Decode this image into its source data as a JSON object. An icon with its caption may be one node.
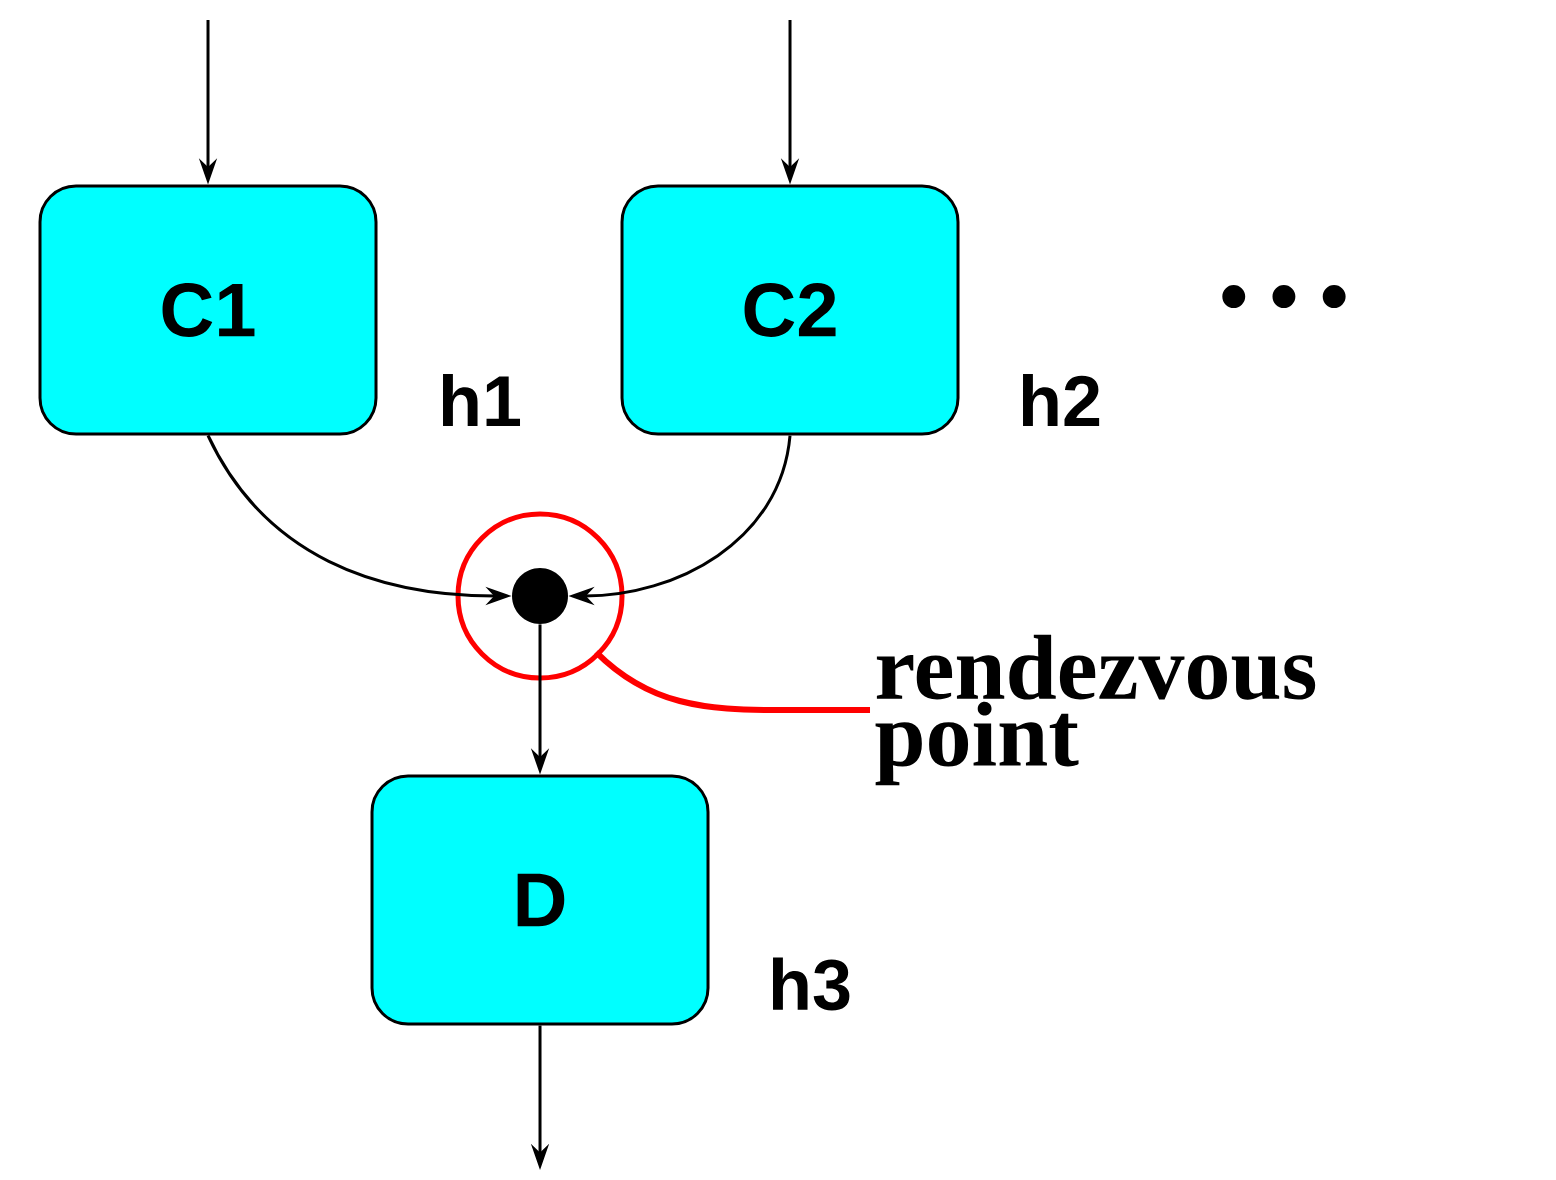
{
  "diagram": {
    "nodes": [
      {
        "text": [
          "C1"
        ],
        "beside": [
          "h1"
        ]
      },
      {
        "text": [
          "C2"
        ],
        "beside": [
          "h2"
        ]
      },
      {
        "text": [
          "D"
        ],
        "beside": [
          "h3"
        ]
      },
      {
        "text": [],
        "shape": "circle"
      },
      {
        "text": [
          "rendezvous point"
        ]
      }
    ],
    "edges": [
      {
        "from": null,
        "to": 0,
        "arrow": "to"
      },
      {
        "from": null,
        "to": 1,
        "arrow": "to"
      },
      {
        "from": 0,
        "to": 3,
        "arrow": "to"
      },
      {
        "from": 1,
        "to": 3,
        "arrow": "to"
      },
      {
        "from": 3,
        "to": 2,
        "arrow": "to"
      },
      {
        "from": 2,
        "to": null,
        "arrow": "to"
      },
      {
        "from": 4,
        "to": 3,
        "arrow": "none",
        "style": "thick",
        "color": "#ff0000"
      }
    ],
    "labels": [
      "• • •"
    ]
  }
}
